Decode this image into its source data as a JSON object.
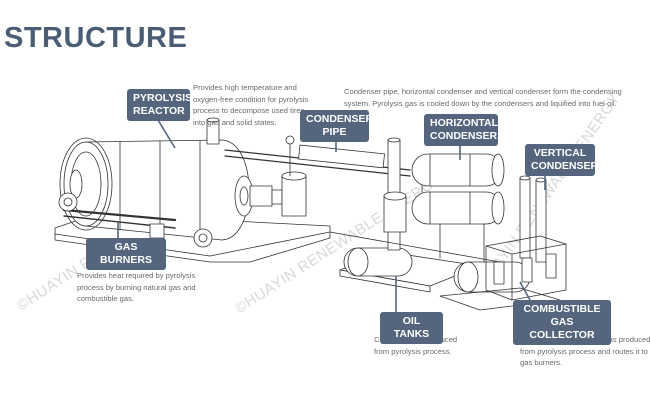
{
  "title": "STRUCTURE",
  "labels": {
    "pyrolysis_reactor": [
      "PYROLYSIS",
      "REACTOR"
    ],
    "gas_burners": [
      "GAS BURNERS"
    ],
    "condenser_pipe": [
      "CONDENSER",
      "PIPE"
    ],
    "horizontal_condenser": [
      "HORIZONTAL",
      "CONDENSER"
    ],
    "vertical_condenser": [
      "VERTICAL",
      "CONDENSER"
    ],
    "oil_tanks": [
      "OIL TANKS"
    ],
    "combustible_gas_collector": [
      "COMBUSTIBLE GAS",
      "COLLECTOR"
    ]
  },
  "descriptions": {
    "reactor": [
      "Provides high temperature and",
      "oxygen-free condition for pyrolysis",
      "process to decompose used tires",
      "into gas and solid states."
    ],
    "burners": [
      "Provides heat required by pyrolysis",
      "process by burning natural gas and",
      "combustible gas."
    ],
    "condensers": [
      "Condenser pipe, horizontal condenser and vertical condenser form the condensing",
      "system. Pyrolysis gas is cooled down by the condensers and liquified into fuel oil."
    ],
    "oil_tanks": [
      "Collects the oil produced",
      "from pyrolysis process."
    ],
    "gas_collector": [
      "Collects the combustible gas produced",
      "from pyrolysis process and routes it to",
      "gas burners."
    ]
  },
  "watermark": "©HUAYIN RENEWABLE ENERGY",
  "colors": {
    "title": "#4a5d75",
    "tag_bg": "#54657d",
    "tag_text": "#ffffff",
    "desc_text": "#6a6a6a",
    "line": "#333333"
  }
}
